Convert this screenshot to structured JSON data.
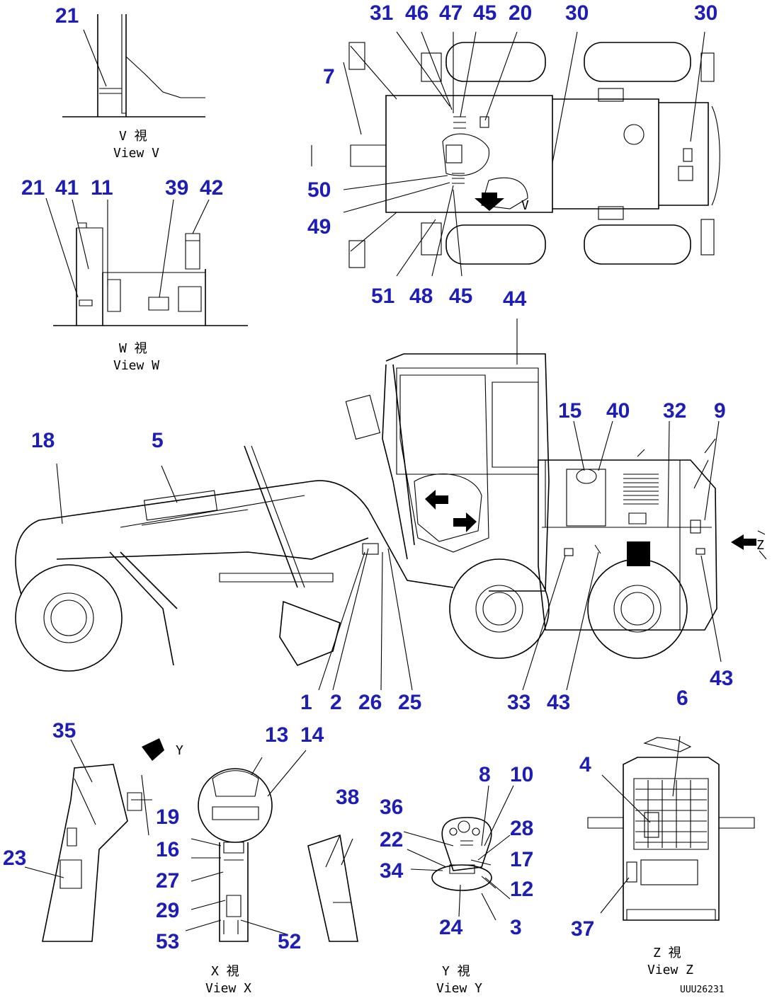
{
  "labels": {
    "n21a": "21",
    "n21b": "21",
    "n41": "41",
    "n11": "11",
    "n39": "39",
    "n42": "42",
    "n31": "31",
    "n46": "46",
    "n47": "47",
    "n45a": "45",
    "n20": "20",
    "n30a": "30",
    "n30b": "30",
    "n7": "7",
    "n50": "50",
    "n49": "49",
    "n51": "51",
    "n48": "48",
    "n45b": "45",
    "n44": "44",
    "n15": "15",
    "n40": "40",
    "n32": "32",
    "n9": "9",
    "n18": "18",
    "n5": "5",
    "n1": "1",
    "n2": "2",
    "n26": "26",
    "n25": "25",
    "n33": "33",
    "n43a": "43",
    "n43b": "43",
    "n35": "35",
    "n13": "13",
    "n14": "14",
    "n19": "19",
    "n16": "16",
    "n27": "27",
    "n29": "29",
    "n53": "53",
    "n52": "52",
    "n23": "23",
    "n38": "38",
    "n8": "8",
    "n10": "10",
    "n36": "36",
    "n28": "28",
    "n22": "22",
    "n17": "17",
    "n34": "34",
    "n12": "12",
    "n24": "24",
    "n3": "3",
    "n6": "6",
    "n4": "4",
    "n37": "37"
  },
  "captions": {
    "v_jp": "V 視",
    "v_en": "View V",
    "w_jp": "W 視",
    "w_en": "View W",
    "x_jp": "X 視",
    "x_en": "View X",
    "y_jp": "Y 視",
    "y_en": "View Y",
    "z_jp": "Z 視",
    "z_en": "View Z",
    "arrow_y": "Y",
    "arrow_z": "Z",
    "arrow_v": "V"
  },
  "doc_code": "UUU26231",
  "colors": {
    "label": "#1d1db8",
    "line": "#000000"
  }
}
